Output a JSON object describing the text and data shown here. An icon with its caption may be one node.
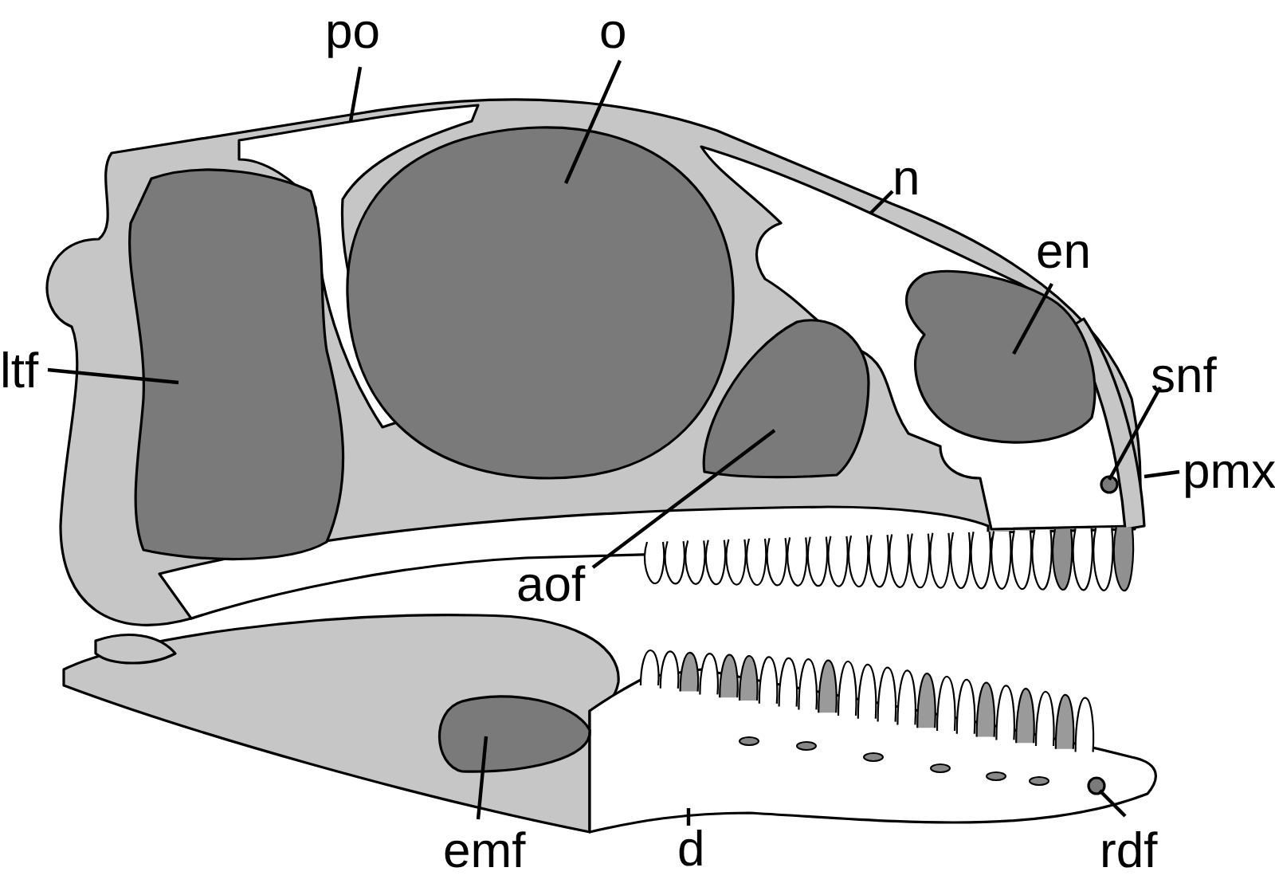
{
  "diagram": {
    "nodes": [
      {
        "text": [
          "po"
        ]
      },
      {
        "text": [
          "o"
        ]
      },
      {
        "text": [
          "n"
        ]
      },
      {
        "text": [
          "en"
        ]
      },
      {
        "text": [
          "snf"
        ]
      },
      {
        "text": [
          "pmx"
        ]
      },
      {
        "text": [
          "ltf"
        ]
      },
      {
        "text": [
          "aof"
        ]
      },
      {
        "text": [
          "emf"
        ]
      },
      {
        "text": [
          "d"
        ]
      },
      {
        "text": [
          "rdf"
        ]
      },
      {
        "text": [],
        "shape": "oval"
      },
      {
        "text": [],
        "shape": "oval"
      },
      {
        "text": [],
        "shape": "oval"
      },
      {
        "text": [],
        "shape": "oval"
      },
      {
        "text": [],
        "shape": "oval"
      },
      {
        "text": [],
        "shape": "circle"
      },
      {
        "text": [],
        "shape": "circle"
      }
    ],
    "edges": [
      {
        "from": 0,
        "to": null,
        "arrow": "none"
      },
      {
        "from": 1,
        "to": 12,
        "arrow": "none"
      },
      {
        "from": 2,
        "to": null,
        "arrow": "none"
      },
      {
        "from": 3,
        "to": 15,
        "arrow": "none"
      },
      {
        "from": 4,
        "to": 17,
        "arrow": "none"
      },
      {
        "from": 5,
        "to": null,
        "arrow": "none"
      },
      {
        "from": 6,
        "to": 11,
        "arrow": "none"
      },
      {
        "from": 7,
        "to": 14,
        "arrow": "none"
      },
      {
        "from": 8,
        "to": 13,
        "arrow": "none"
      },
      {
        "from": 9,
        "to": null,
        "arrow": "none"
      },
      {
        "from": 10,
        "to": 16,
        "arrow": "none"
      }
    ]
  }
}
